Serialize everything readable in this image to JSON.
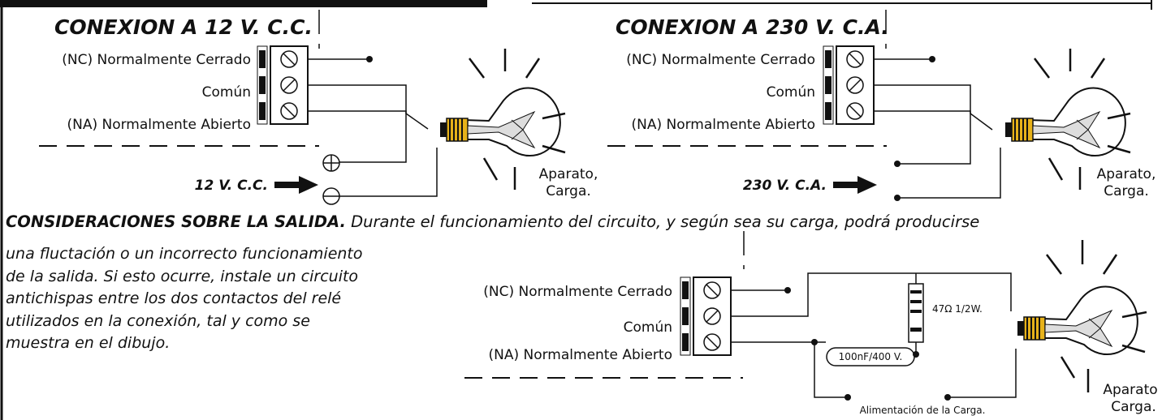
{
  "section1": {
    "title": "CONEXION A 12 V. C.C.",
    "terminals": [
      "(NC) Normalmente Cerrado",
      "Común",
      "(NA) Normalmente Abierto"
    ],
    "supply_label": "12 V. C.C.",
    "load_label_line1": "Aparato,",
    "load_label_line2": "Carga."
  },
  "section2": {
    "title": "CONEXION A 230 V. C.A.",
    "terminals": [
      "(NC) Normalmente Cerrado",
      "Común",
      "(NA) Normalmente Abierto"
    ],
    "supply_label": "230 V. C.A.",
    "load_label_line1": "Aparato,",
    "load_label_line2": "Carga."
  },
  "considerations": {
    "heading": "CONSIDERACIONES SOBRE LA SALIDA.",
    "line1_rest": " Durante el funcionamiento del circuito, y según sea su carga, podrá producirse",
    "lines": [
      "una fluctación o un incorrecto funcionamiento",
      "de la salida. Si esto ocurre, instale un circuito",
      "antichispas entre los dos contactos del relé",
      "utilizados en la conexión, tal y como se",
      "muestra en el dibujo."
    ]
  },
  "section3": {
    "terminals": [
      "(NC) Normalmente Cerrado",
      "Común",
      "(NA) Normalmente Abierto"
    ],
    "resistor_label": "47Ω 1/2W.",
    "capacitor_label": "100nF/400 V.",
    "supply_label": "Alimentación de la Carga.",
    "load_label_line1": "Aparato",
    "load_label_line2": "Carga."
  }
}
